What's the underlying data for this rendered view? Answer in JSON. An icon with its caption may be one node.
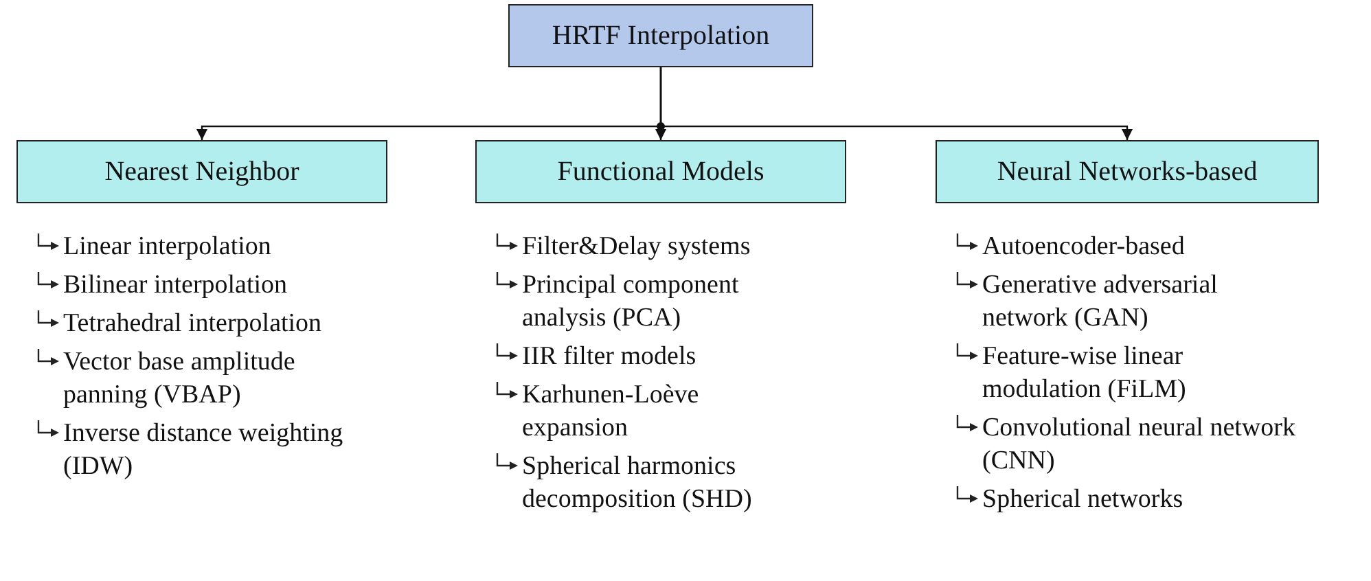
{
  "diagram": {
    "nodes": [
      {
        "text": [
          "HRTF Interpolation"
        ]
      },
      {
        "text": [
          "Nearest Neighbor"
        ],
        "beside": [
          "Linear interpolation",
          "Bilinear interpolation",
          "Tetrahedral interpolation",
          "Vector base amplitude panning (VBAP)",
          "Inverse distance weighting (IDW)"
        ]
      },
      {
        "text": [
          "Functional Models"
        ],
        "beside": [
          "Filter&Delay systems",
          "Principal component analysis (PCA)",
          "IIR filter models",
          "Karhunen-Loève expansion",
          "Spherical harmonics decomposition (SHD)"
        ]
      },
      {
        "text": [
          "Neural Networks-based"
        ],
        "beside": [
          "Autoencoder-based",
          "Generative adversarial network (GAN)",
          "Feature-wise linear modulation (FiLM)",
          "Convolutional neural network (CNN)",
          "Spherical networks"
        ]
      }
    ],
    "edges": [
      {
        "from": 0,
        "to": 1,
        "arrow": "to"
      },
      {
        "from": 0,
        "to": 2,
        "arrow": "to"
      },
      {
        "from": 0,
        "to": 3,
        "arrow": "to"
      }
    ]
  }
}
